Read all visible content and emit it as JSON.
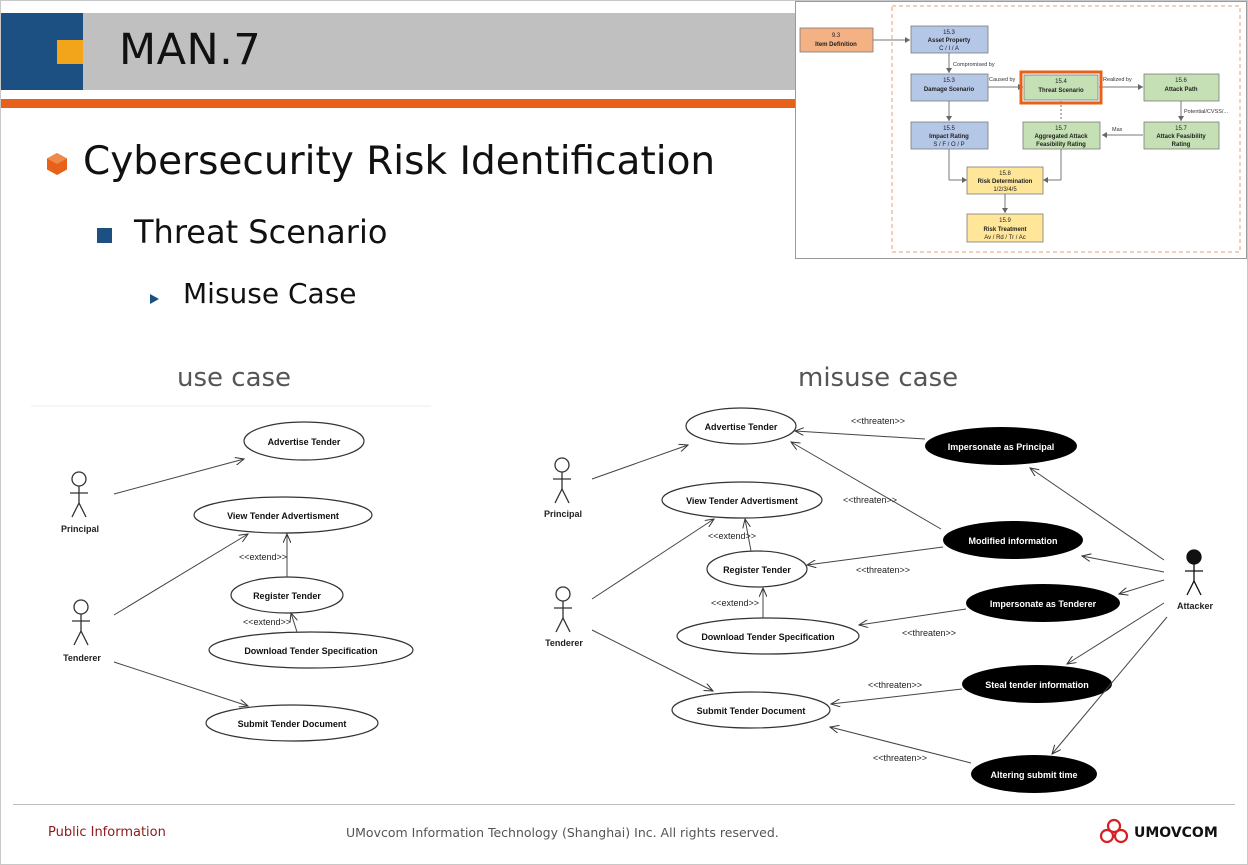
{
  "header": {
    "title": "MAN.7"
  },
  "bullets": {
    "level1": "Cybersecurity Risk Identification",
    "level2": "Threat Scenario",
    "level3": "Misuse Case"
  },
  "labels": {
    "use_case": "use case",
    "misuse_case": "misuse case"
  },
  "use_case_diagram": {
    "actors": {
      "principal": "Principal",
      "tenderer": "Tenderer"
    },
    "cases": {
      "advertise": "Advertise Tender",
      "view": "View Tender Advertisment",
      "register": "Register Tender",
      "download": "Download Tender Specification",
      "submit": "Submit Tender Document"
    },
    "extend1": "<<extend>>",
    "extend2": "<<extend>>"
  },
  "misuse_case_diagram": {
    "actors": {
      "principal": "Principal",
      "tenderer": "Tenderer",
      "attacker": "Attacker"
    },
    "cases": {
      "advertise": "Advertise Tender",
      "view": "View Tender Advertisment",
      "register": "Register Tender",
      "download": "Download Tender Specification",
      "submit": "Submit Tender Document"
    },
    "misuses": {
      "impersonate_principal": "Impersonate as Principal",
      "modified": "Modified information",
      "impersonate_tenderer": "Impersonate as Tenderer",
      "steal": "Steal tender information",
      "altering": "Altering submit time"
    },
    "extend1": "<<extend>>",
    "extend2": "<<extend>>",
    "threaten": "<<threaten>>"
  },
  "inset": {
    "n93": {
      "num": "9.3",
      "name": "Item Definition"
    },
    "n153a": {
      "num": "15.3",
      "name": "Asset Property",
      "sub": "C / I / A"
    },
    "n153b": {
      "num": "15.3",
      "name": "Damage Scenario"
    },
    "n154": {
      "num": "15.4",
      "name": "Threat Scenario"
    },
    "n156": {
      "num": "15.6",
      "name": "Attack Path"
    },
    "n155": {
      "num": "15.5",
      "name": "Impact Rating",
      "sub": "S / F / O / P"
    },
    "n157a": {
      "num": "15.7",
      "name": "Aggregated Attack",
      "name2": "Feasibility Rating"
    },
    "n157b": {
      "num": "15.7",
      "name": "Attack Feasibility",
      "name2": "Rating"
    },
    "n158": {
      "num": "15.8",
      "name": "Risk Determination",
      "sub": "1/2/3/4/5"
    },
    "n159": {
      "num": "15.9",
      "name": "Risk Treatment",
      "sub": "Av / Rd / Tr / Ac"
    },
    "edges": {
      "compromised": "Compromised by",
      "caused": "Caused by",
      "realized": "Realized by",
      "potential": "Potential/CVSS/...",
      "max": "Max"
    },
    "colors": {
      "orange": "#f4b183",
      "blue": "#b4c7e7",
      "green": "#c5e0b4",
      "yellow": "#ffe699",
      "highlight": "#e8611a"
    }
  },
  "footer": {
    "classification": "Public Information",
    "copyright": "UMovcom Information Technology (Shanghai) Inc. All rights reserved.",
    "logo_text": "UMOVCOM"
  }
}
